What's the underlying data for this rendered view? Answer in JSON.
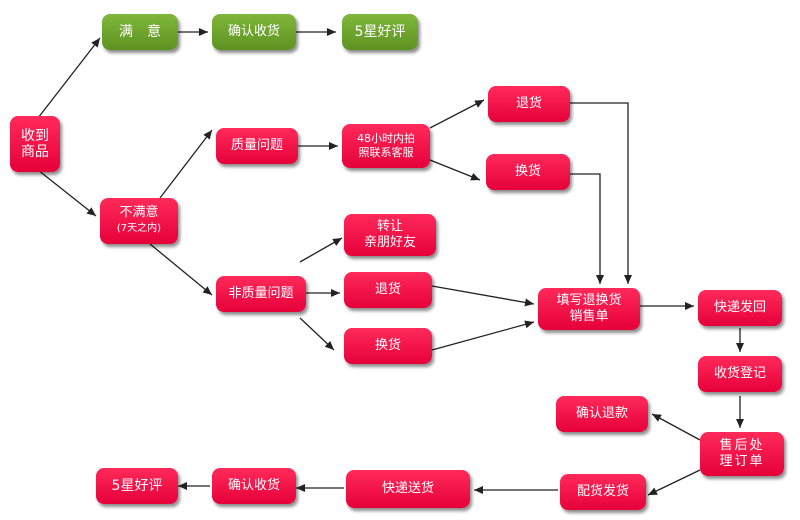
{
  "colors": {
    "red": "#f0104a",
    "green": "#6fa52c",
    "arrow": "#222222"
  },
  "nodes": {
    "receive": "收到\n商品",
    "satisfied": "满　意",
    "confirm_top": "确认收货",
    "star_top": "5星好评",
    "quality": "质量问题",
    "contact": "48小时内拍\n照联系客服",
    "return_q": "退货",
    "exchange_q": "换货",
    "unsatisfied": "不满意",
    "unsatisfied_note": "(7天之内)",
    "transfer": "转让\n亲朋好友",
    "nonquality": "非质量问题",
    "return_nq": "退货",
    "exchange_nq": "换货",
    "fill_form": "填写退换货\n销售单",
    "ship_back": "快递发回",
    "register": "收货登记",
    "refund": "确认退款",
    "process": "售后处\n理订单",
    "dispatch": "配货发货",
    "express": "快递送货",
    "confirm_bottom": "确认收货",
    "star_bottom": "5星好评"
  }
}
